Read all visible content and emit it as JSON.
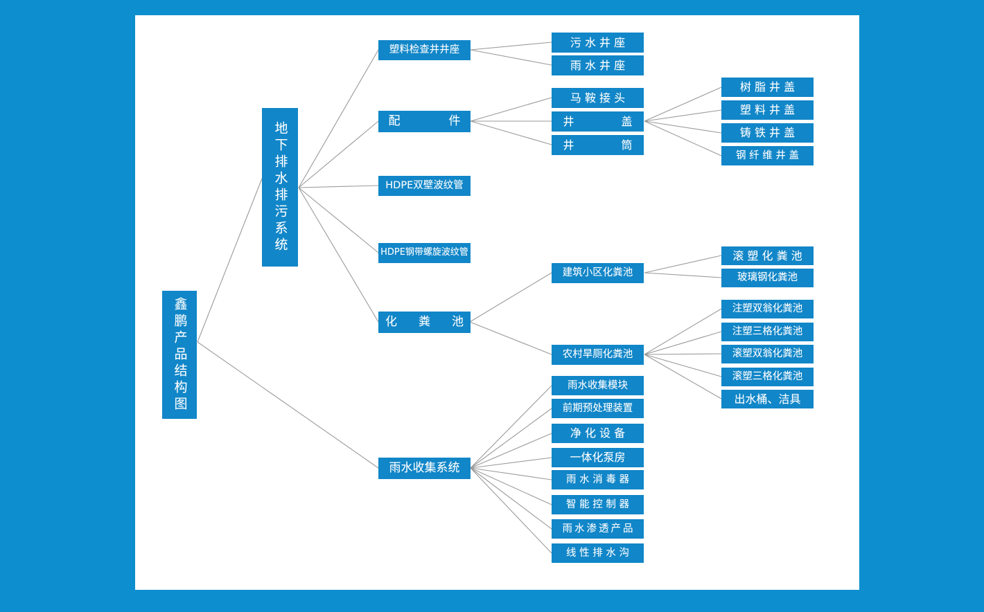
{
  "canvas": {
    "background_color": "#0d8ecf",
    "board_color": "#ffffff",
    "node_color": "#1186c8",
    "node_text_color": "#ffffff",
    "edge_color": "#9a9a9a"
  },
  "root": {
    "label": "鑫鹏产品结构图",
    "orientation": "vertical"
  },
  "level1": [
    {
      "label": "地下排水排污系统",
      "orientation": "vertical"
    },
    {
      "label": "雨水收集系统",
      "orientation": "horizontal"
    }
  ],
  "level2": {
    "underground": [
      {
        "label": "塑料检查井井座"
      },
      {
        "label": "配　　件"
      },
      {
        "label": "HDPE双壁波纹管"
      },
      {
        "label": "HDPE钢带螺旋波纹管"
      },
      {
        "label": "化　粪　池"
      }
    ],
    "rainwater": [
      {
        "label": "雨水收集模块"
      },
      {
        "label": "前期预处理装置"
      },
      {
        "label": "净 化 设 备"
      },
      {
        "label": "一体化泵房"
      },
      {
        "label": "雨 水 消 毒 器"
      },
      {
        "label": "智 能 控 制 器"
      },
      {
        "label": "雨水渗透产品"
      },
      {
        "label": "线 性 排 水 沟"
      }
    ]
  },
  "level3": {
    "well_base": [
      {
        "label": "污 水 井 座"
      },
      {
        "label": "雨 水 井 座"
      }
    ],
    "fittings": [
      {
        "label": "马 鞍 接 头"
      },
      {
        "label": "井　　盖"
      },
      {
        "label": "井　　筒"
      }
    ],
    "septic": [
      {
        "label": "建筑小区化粪池"
      },
      {
        "label": "农村旱厕化粪池"
      }
    ]
  },
  "level4": {
    "manhole_covers": [
      {
        "label": "树 脂 井 盖"
      },
      {
        "label": "塑 料 井 盖"
      },
      {
        "label": "铸 铁 井 盖"
      },
      {
        "label": "钢 纤 维 井 盖"
      }
    ],
    "community_septic": [
      {
        "label": "滚 塑 化 粪 池"
      },
      {
        "label": "玻璃钢化粪池"
      }
    ],
    "rural_septic": [
      {
        "label": "注塑双翁化粪池"
      },
      {
        "label": "注塑三格化粪池"
      },
      {
        "label": "滚塑双翁化粪池"
      },
      {
        "label": "滚塑三格化粪池"
      },
      {
        "label": "出水桶、洁具"
      }
    ]
  }
}
